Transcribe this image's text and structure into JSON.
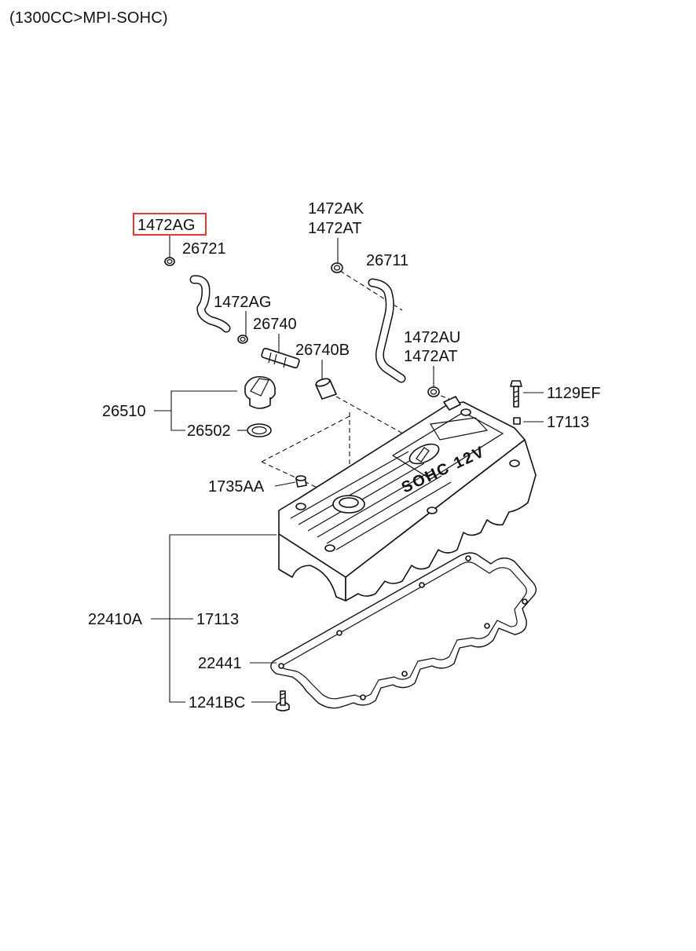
{
  "header": {
    "title": "(1300CC>MPI-SOHC)"
  },
  "callouts": {
    "p1472AG_top": "1472AG",
    "p26721": "26721",
    "p1472AG_mid": "1472AG",
    "p26740": "26740",
    "p1472AK": "1472AK",
    "p1472AT_top": "1472AT",
    "p26711": "26711",
    "p26740B": "26740B",
    "p1472AU": "1472AU",
    "p1472AT_mid": "1472AT",
    "p1129EF": "1129EF",
    "p17113_top": "17113",
    "p26510": "26510",
    "p26502": "26502",
    "p1735AA": "1735AA",
    "p22410A": "22410A",
    "p17113_bottom": "17113",
    "p22441": "22441",
    "p1241BC": "1241BC"
  },
  "cover_embossing": {
    "engine": "SOHC 12V"
  },
  "highlight": {
    "part": "1472AG",
    "color": "#e53935"
  }
}
